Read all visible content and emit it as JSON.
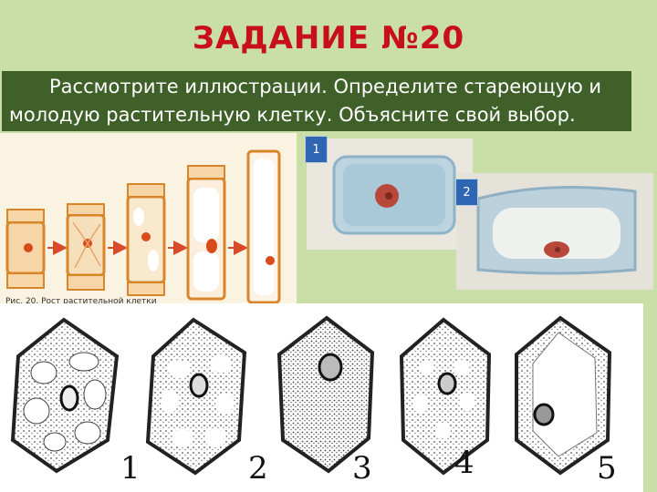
{
  "slide": {
    "title": "ЗАДАНИЕ №20",
    "task_line1": "Рассмотрите иллюстрации. Определите стареющую и",
    "task_line2": "молодую растительную клетку. Объясните свой выбор.",
    "colors": {
      "background": "#c9dfa7",
      "title": "#c8101a",
      "task_bg": "#3f6028",
      "badge": "#2e66b4"
    }
  },
  "figure_growth": {
    "caption": "Рис. 20. Рост растительной клетки"
  },
  "photos": {
    "badge1": "1",
    "badge2": "2"
  },
  "hexagon_cells": {
    "labels": [
      "1",
      "2",
      "3",
      "4",
      "5"
    ]
  }
}
